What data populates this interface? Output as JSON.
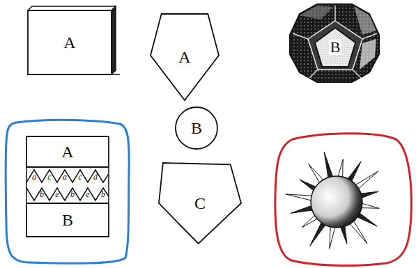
{
  "diagram": {
    "nodes": [
      {
        "text": [
          "A"
        ]
      },
      {
        "text": [
          "A"
        ]
      },
      {
        "text": [
          "B"
        ]
      },
      {
        "text": [
          "B"
        ]
      },
      {
        "text": [
          "A"
        ]
      },
      {
        "text": [
          "C"
        ]
      },
      {
        "text": [
          "B"
        ]
      }
    ],
    "labels": [
      "a",
      "c",
      "a",
      "c",
      "d",
      "b",
      "e",
      "b",
      "e",
      "b"
    ]
  }
}
